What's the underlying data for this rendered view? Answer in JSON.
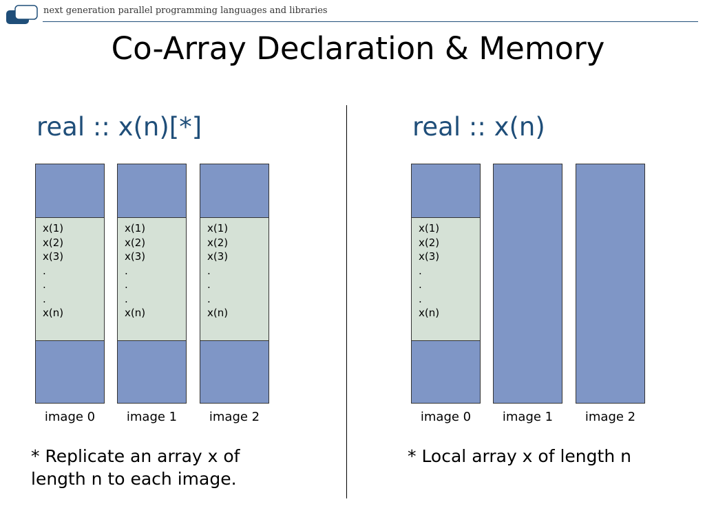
{
  "header": {
    "text": "next generation parallel programming languages and libraries",
    "accent": "#1f4e79"
  },
  "title": "Co-Array Declaration & Memory",
  "colors": {
    "heading": "#1f4e79",
    "column": "#7f96c6",
    "cell": "#d5e1d6"
  },
  "panels": [
    {
      "heading": "real :: x(n)[*]",
      "caption": [
        "* Replicate an array x of",
        "length n to each image."
      ],
      "images": [
        {
          "label": "image 0",
          "has_array": true
        },
        {
          "label": "image 1",
          "has_array": true
        },
        {
          "label": "image 2",
          "has_array": true
        }
      ]
    },
    {
      "heading": "real :: x(n)",
      "caption": [
        "*  Local array x of length n"
      ],
      "images": [
        {
          "label": "image 0",
          "has_array": true
        },
        {
          "label": "image 1",
          "has_array": false
        },
        {
          "label": "image 2",
          "has_array": false
        }
      ]
    }
  ],
  "array_entries": [
    "x(1)",
    "x(2)",
    "x(3)",
    ".",
    ".",
    ".",
    "x(n)"
  ]
}
